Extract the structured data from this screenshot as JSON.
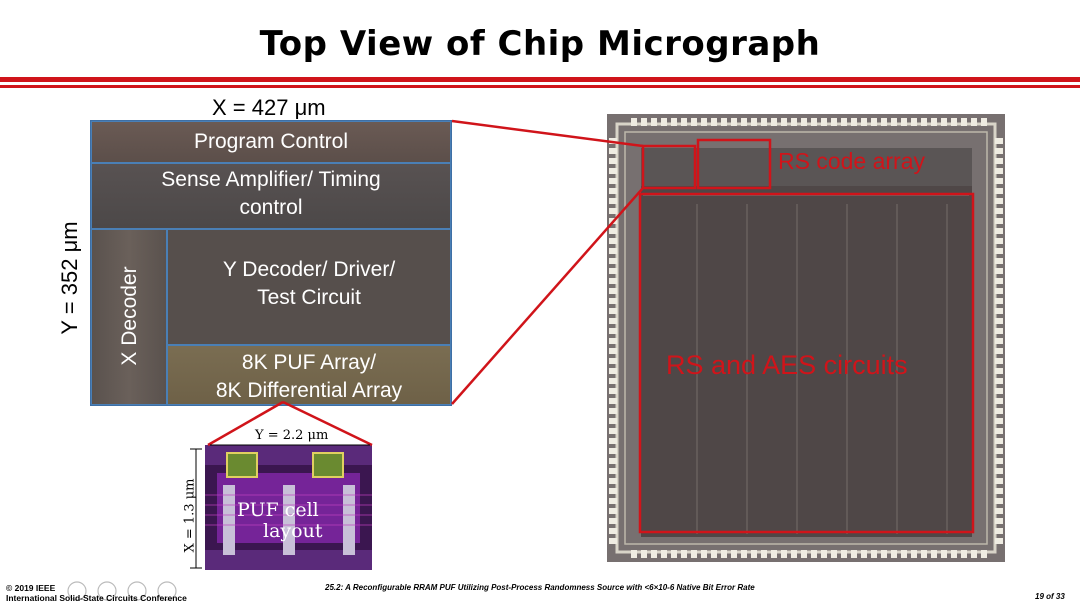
{
  "slide": {
    "title": "Top View of Chip Micrograph",
    "dim_x": "X = 427 μm",
    "dim_y": "Y = 352 μm"
  },
  "blocks": {
    "program_control": "Program Control",
    "sense_amp_line1": "Sense Amplifier/ Timing",
    "sense_amp_line2": "control",
    "x_decoder": "X Decoder",
    "y_decoder_line1": "Y Decoder/ Driver/",
    "y_decoder_line2": "Test Circuit",
    "puf_line1": "8K PUF Array/",
    "puf_line2": "8K Differential Array"
  },
  "chip_labels": {
    "rs_code": "RS code array",
    "rs_aes": "RS and AES circuits"
  },
  "cell": {
    "label_line1": "PUF cell",
    "label_line2": "layout",
    "dim_y": "Y = 2.2 μm",
    "dim_x": "X = 1.3 μm"
  },
  "footer": {
    "copyright": "© 2019 IEEE",
    "conference": "International Solid-State Circuits Conference",
    "paper": "25.2: A Reconfigurable RRAM PUF Utilizing Post-Process Randomness Source with <6×10-6 Native Bit Error Rate",
    "page": "19 of 33"
  },
  "colors": {
    "accent_red": "#d0141a",
    "block_border": "#4a7fb5"
  }
}
